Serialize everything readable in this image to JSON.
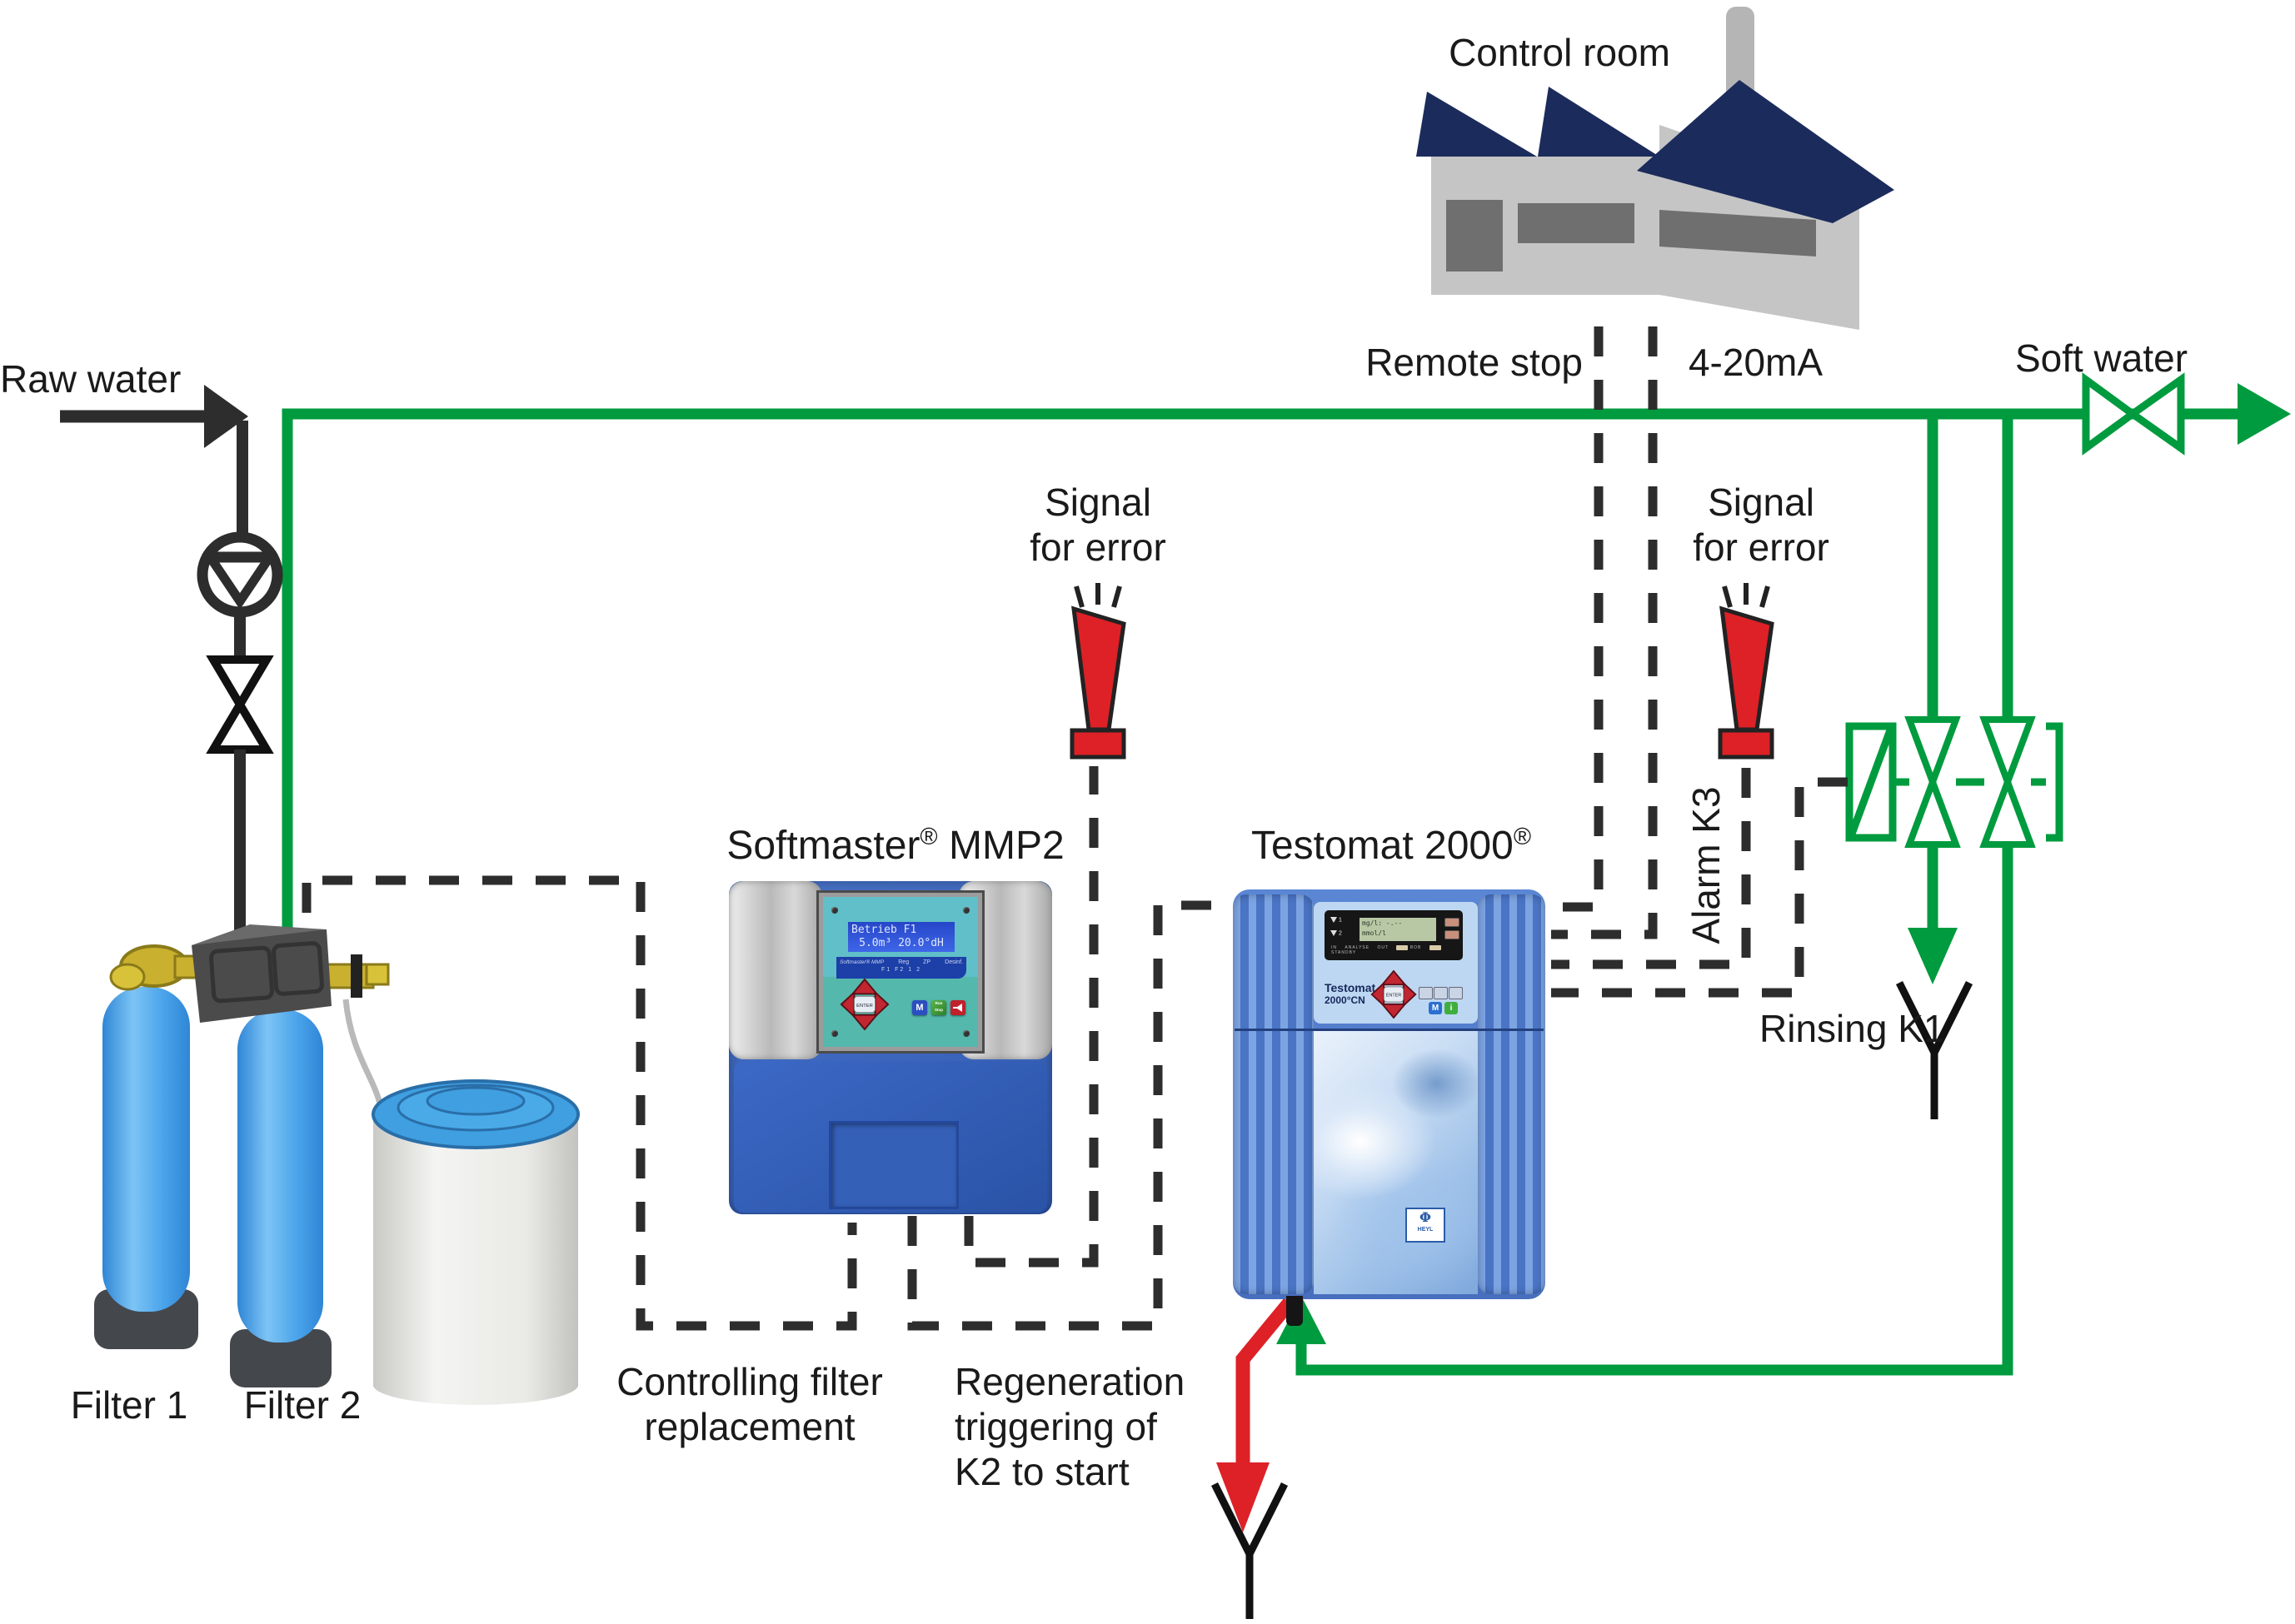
{
  "colors": {
    "pipe_green": "#009B3E",
    "alert_red": "#DD2127",
    "roof_navy": "#1B2B5B",
    "line_black": "#2D2D2D",
    "factory_gray": "#C5C5C5"
  },
  "labels": {
    "raw_water": "Raw water",
    "control_room": "Control room",
    "remote_stop": "Remote stop",
    "current_signal": "4-20mA",
    "soft_water": "Soft water",
    "signal_error_l1": "Signal",
    "signal_error_l2": "for error",
    "alarm_k3": "Alarm K3",
    "rinsing_k1": "Rinsing K1",
    "filter1": "Filter 1",
    "filter2": "Filter 2",
    "controlling_l1": "Controlling filter",
    "controlling_l2": "replacement",
    "regen_l1": "Regeneration",
    "regen_l2": "triggering of",
    "regen_l3": "K2 to start",
    "softmaster_title": "Softmaster",
    "softmaster_reg": "®",
    "softmaster_title_rest": " MMP2",
    "testomat_title": "Testomat 2000",
    "testomat_reg": "®"
  },
  "softmaster": {
    "lcd1": "Betrieb F1",
    "lcd2": "5.0m³ 20.0°dH",
    "brand": "Softmaster® MMP",
    "led_reg": "Reg",
    "led_zp": "ZP",
    "led_desinf": "Desinf.",
    "led_row": "F1 F2  1  2",
    "enter": "ENTER",
    "btn_m": "M",
    "btn_run": "Run Stop"
  },
  "testomat": {
    "lvl1": "1",
    "lvl2": "2",
    "lcd1": "mg/l:  -.--",
    "lcd2": "mmol/l",
    "flow_in": "IN",
    "flow_analyse": "ANALYSE",
    "flow_out": "OUT",
    "btn_bob": "BOB",
    "btn_standby": "STANDBY",
    "model_l1": "Testomat",
    "model_l2": "2000°CN",
    "enter": "ENTER",
    "btn_m": "M",
    "btn_i": "i",
    "logo_sym": "Φ",
    "logo": "HEYL"
  }
}
